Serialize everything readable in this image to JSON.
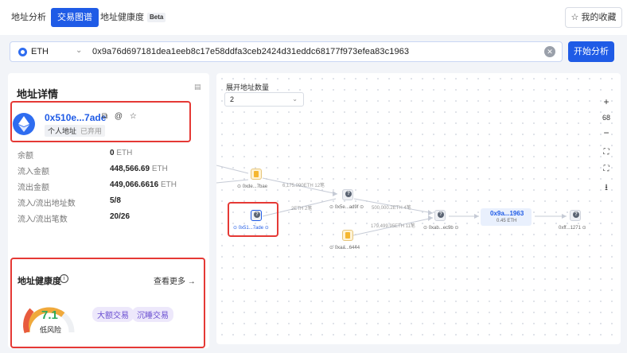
{
  "nav": {
    "tabs": [
      {
        "label": "地址分析"
      },
      {
        "label": "交易图谱"
      },
      {
        "label": "地址健康度"
      }
    ],
    "beta": "Beta",
    "favorites": "我的收藏"
  },
  "search": {
    "chain": "ETH",
    "address": "0x9a76d697181dea1eeb8c17e58ddfa3ceb2424d31eddc68177f973efea83c1963",
    "start_button": "开始分析"
  },
  "detail": {
    "title": "地址详情",
    "short_address": "0x510e...7ade",
    "tags": [
      "个人地址",
      "已弃用"
    ],
    "stats": [
      {
        "label": "余额",
        "value": "0",
        "unit": "ETH"
      },
      {
        "label": "流入金额",
        "value": "448,566.69",
        "unit": "ETH"
      },
      {
        "label": "流出金额",
        "value": "449,066.6616",
        "unit": "ETH"
      },
      {
        "label": "流入/流出地址数",
        "value": "5/8",
        "unit": ""
      },
      {
        "label": "流入/流出笔数",
        "value": "20/26",
        "unit": ""
      }
    ]
  },
  "health": {
    "title": "地址健康度",
    "more": "查看更多",
    "score": "7.1",
    "score_fraction": 0.71,
    "risk": "低风险",
    "chips": [
      "大额交易",
      "沉睡交易"
    ]
  },
  "graph": {
    "expand_label": "展开地址数量",
    "expand_value": "2",
    "zoom": "68",
    "nodes": [
      {
        "label": "0xde...7bae"
      },
      {
        "label": "0x5e...ad9f"
      },
      {
        "label": "0x51...7ade"
      },
      {
        "label": "0xaa...6444"
      },
      {
        "label": "0xab...ec9b"
      },
      {
        "label": "0xff...1271"
      }
    ],
    "edges": [
      {
        "label": "6,175.090ETH 12笔"
      },
      {
        "label": "2ETH 2笔"
      },
      {
        "label": "500,000.2ETH 4笔"
      },
      {
        "label": "179,499.95ETH 11笔"
      }
    ],
    "target": {
      "address": "0x9a...1963",
      "amount": "0.45",
      "unit": "ETH"
    }
  },
  "colors": {
    "accent": "#1f5be6",
    "highlight": "#e53935",
    "score": "#2eaa5c",
    "chip": "#6a4fd1"
  }
}
